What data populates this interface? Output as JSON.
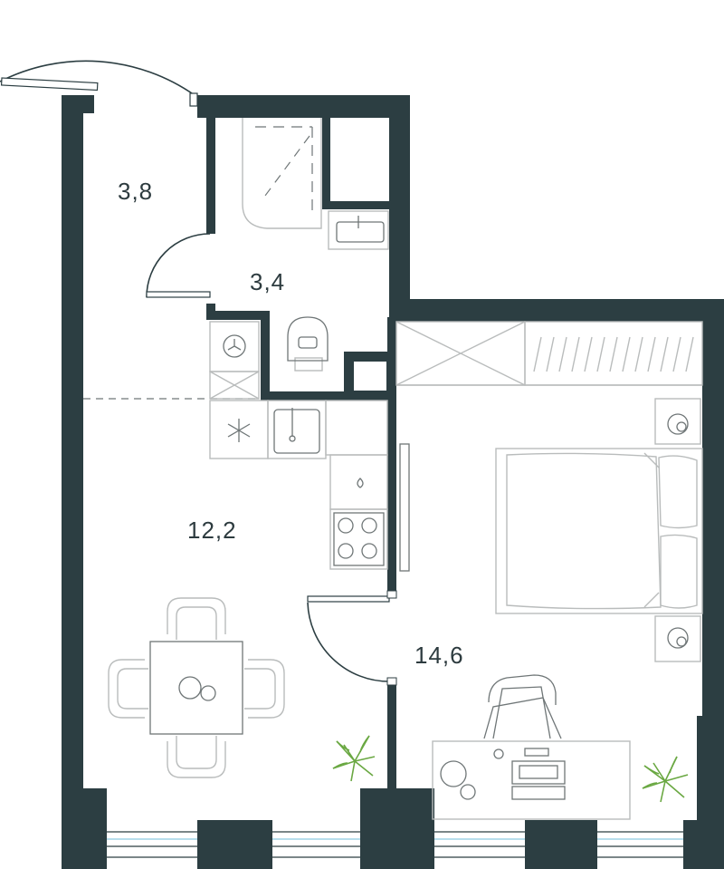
{
  "plan": {
    "colors": {
      "wall": "#2c3e42",
      "furniture": "#b9bcbc",
      "window_glass": "#9fd3e6",
      "plant": "#6aa842",
      "label": "#2d3b3f"
    },
    "rooms": [
      {
        "id": "balcony",
        "area": "3,8"
      },
      {
        "id": "bathroom",
        "area": "3,4"
      },
      {
        "id": "kitchen-living",
        "area": "12,2"
      },
      {
        "id": "bedroom",
        "area": "14,6"
      }
    ]
  }
}
